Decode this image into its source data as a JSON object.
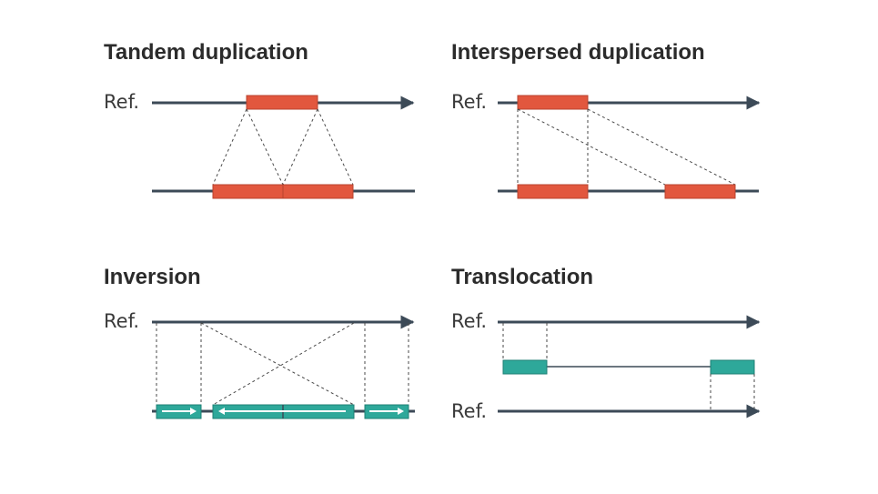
{
  "panels": {
    "tandem": {
      "title": "Tandem duplication",
      "ref_label": "Ref."
    },
    "interspersed": {
      "title": "Interspersed duplication",
      "ref_label": "Ref."
    },
    "inversion": {
      "title": "Inversion",
      "ref_label": "Ref."
    },
    "translocation": {
      "title": "Translocation",
      "ref_label_top": "Ref.",
      "ref_label_bottom": "Ref."
    }
  },
  "colors": {
    "duplication_segment": "#e2573e",
    "inversion_segment": "#2ea89a",
    "line": "#3c4a57"
  }
}
